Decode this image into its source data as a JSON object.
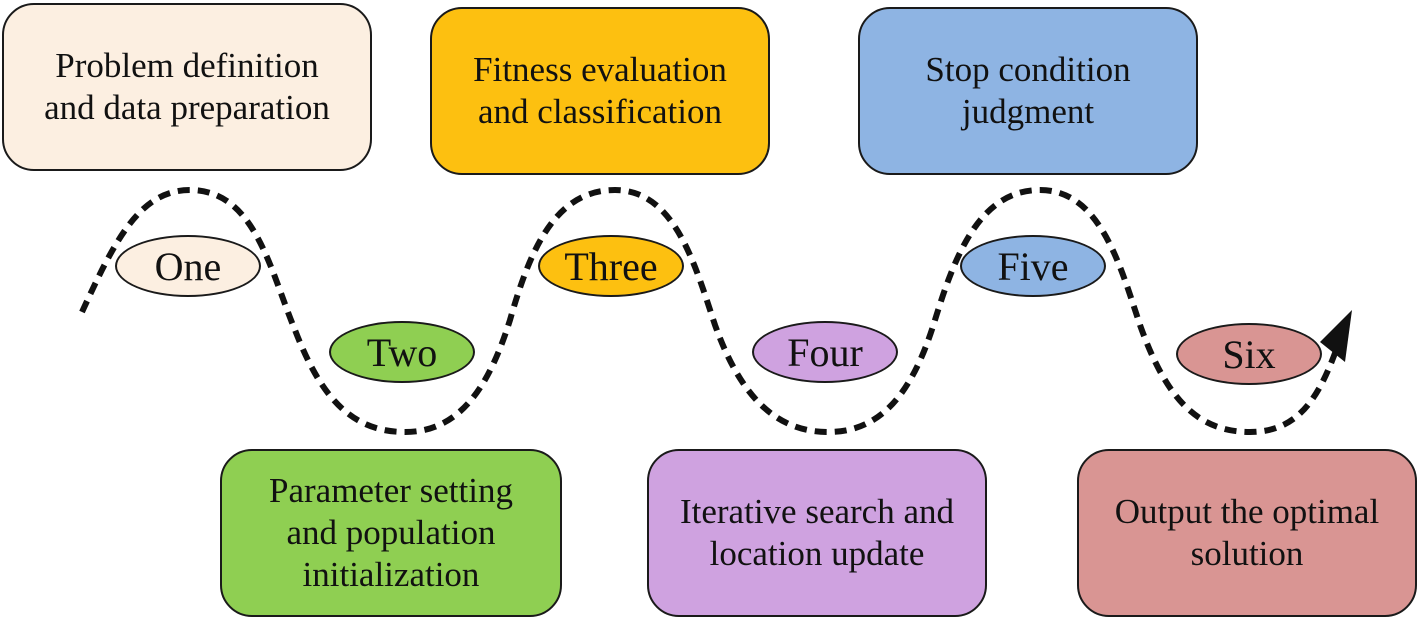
{
  "steps": [
    {
      "label": "One",
      "text": "Problem definition\nand data preparation",
      "color": "#fcefe1"
    },
    {
      "label": "Two",
      "text": "Parameter setting\nand population\ninitialization",
      "color": "#8fcf52"
    },
    {
      "label": "Three",
      "text": "Fitness evaluation\nand classification",
      "color": "#fdc010"
    },
    {
      "label": "Four",
      "text": "Iterative search and\nlocation update",
      "color": "#cfa2e0"
    },
    {
      "label": "Five",
      "text": "Stop condition\njudgment",
      "color": "#8eb4e3"
    },
    {
      "label": "Six",
      "text": "Output the optimal\nsolution",
      "color": "#d99593"
    }
  ],
  "connector": {
    "style": "dashed",
    "color": "#111111",
    "end": "arrow"
  }
}
